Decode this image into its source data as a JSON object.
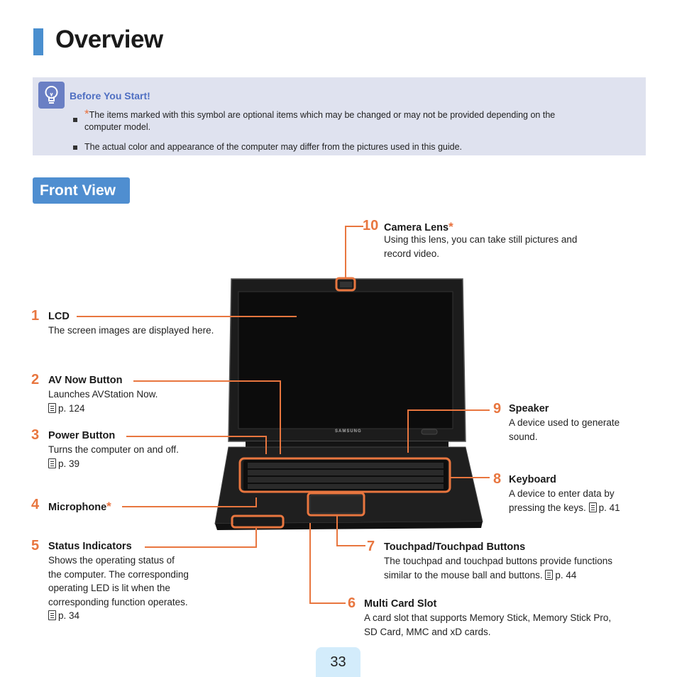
{
  "page": {
    "title": "Overview",
    "page_number": "33"
  },
  "note": {
    "heading": "Before You Start!",
    "item1_star": "*",
    "item1_line1": "The items marked with this symbol are optional items which may be changed or may not be provided depending on the",
    "item1_line2": "computer model.",
    "item2": "The actual color and appearance of the computer may differ from the pictures used in this guide."
  },
  "section": {
    "label": "Front View"
  },
  "laptop": {
    "brand": "SAMSUNG"
  },
  "items": [
    {
      "num": "1",
      "title": "LCD",
      "lines": [
        "The screen images are displayed here."
      ]
    },
    {
      "num": "2",
      "title": "AV Now Button",
      "lines": [
        "Launches AVStation Now."
      ],
      "ref": "p. 124"
    },
    {
      "num": "3",
      "title": "Power Button",
      "lines": [
        "Turns the computer on and off."
      ],
      "ref": "p. 39"
    },
    {
      "num": "4",
      "title": "Microphone",
      "star": "*"
    },
    {
      "num": "5",
      "title": "Status Indicators",
      "lines": [
        "Shows the operating status of",
        "the computer. The corresponding",
        "operating LED is lit when the",
        "corresponding function operates."
      ],
      "ref": "p. 34"
    },
    {
      "num": "6",
      "title": "Multi Card Slot",
      "lines": [
        "A card slot that supports Memory Stick, Memory Stick Pro,",
        "SD Card, MMC and xD cards."
      ]
    },
    {
      "num": "7",
      "title": "Touchpad/Touchpad Buttons",
      "lines": [
        "The touchpad and touchpad buttons provide functions",
        "similar to the mouse ball and buttons."
      ],
      "ref": "p. 44"
    },
    {
      "num": "8",
      "title": "Keyboard",
      "lines": [
        "A device to enter data by",
        "pressing the keys."
      ],
      "ref": "p. 41"
    },
    {
      "num": "9",
      "title": "Speaker",
      "lines": [
        "A device used to generate",
        "sound."
      ]
    },
    {
      "num": "10",
      "title": "Camera Lens",
      "star": "*",
      "lines": [
        "Using this lens, you can take still pictures and",
        "record video."
      ]
    }
  ],
  "colors": {
    "accent": "#e8763f",
    "title_bar": "#4a8fcf",
    "note_bg": "#dfe2ef",
    "note_heading": "#4f6fc2",
    "section_bg": "#4f8ed0",
    "page_badge": "#d3ecfb"
  }
}
